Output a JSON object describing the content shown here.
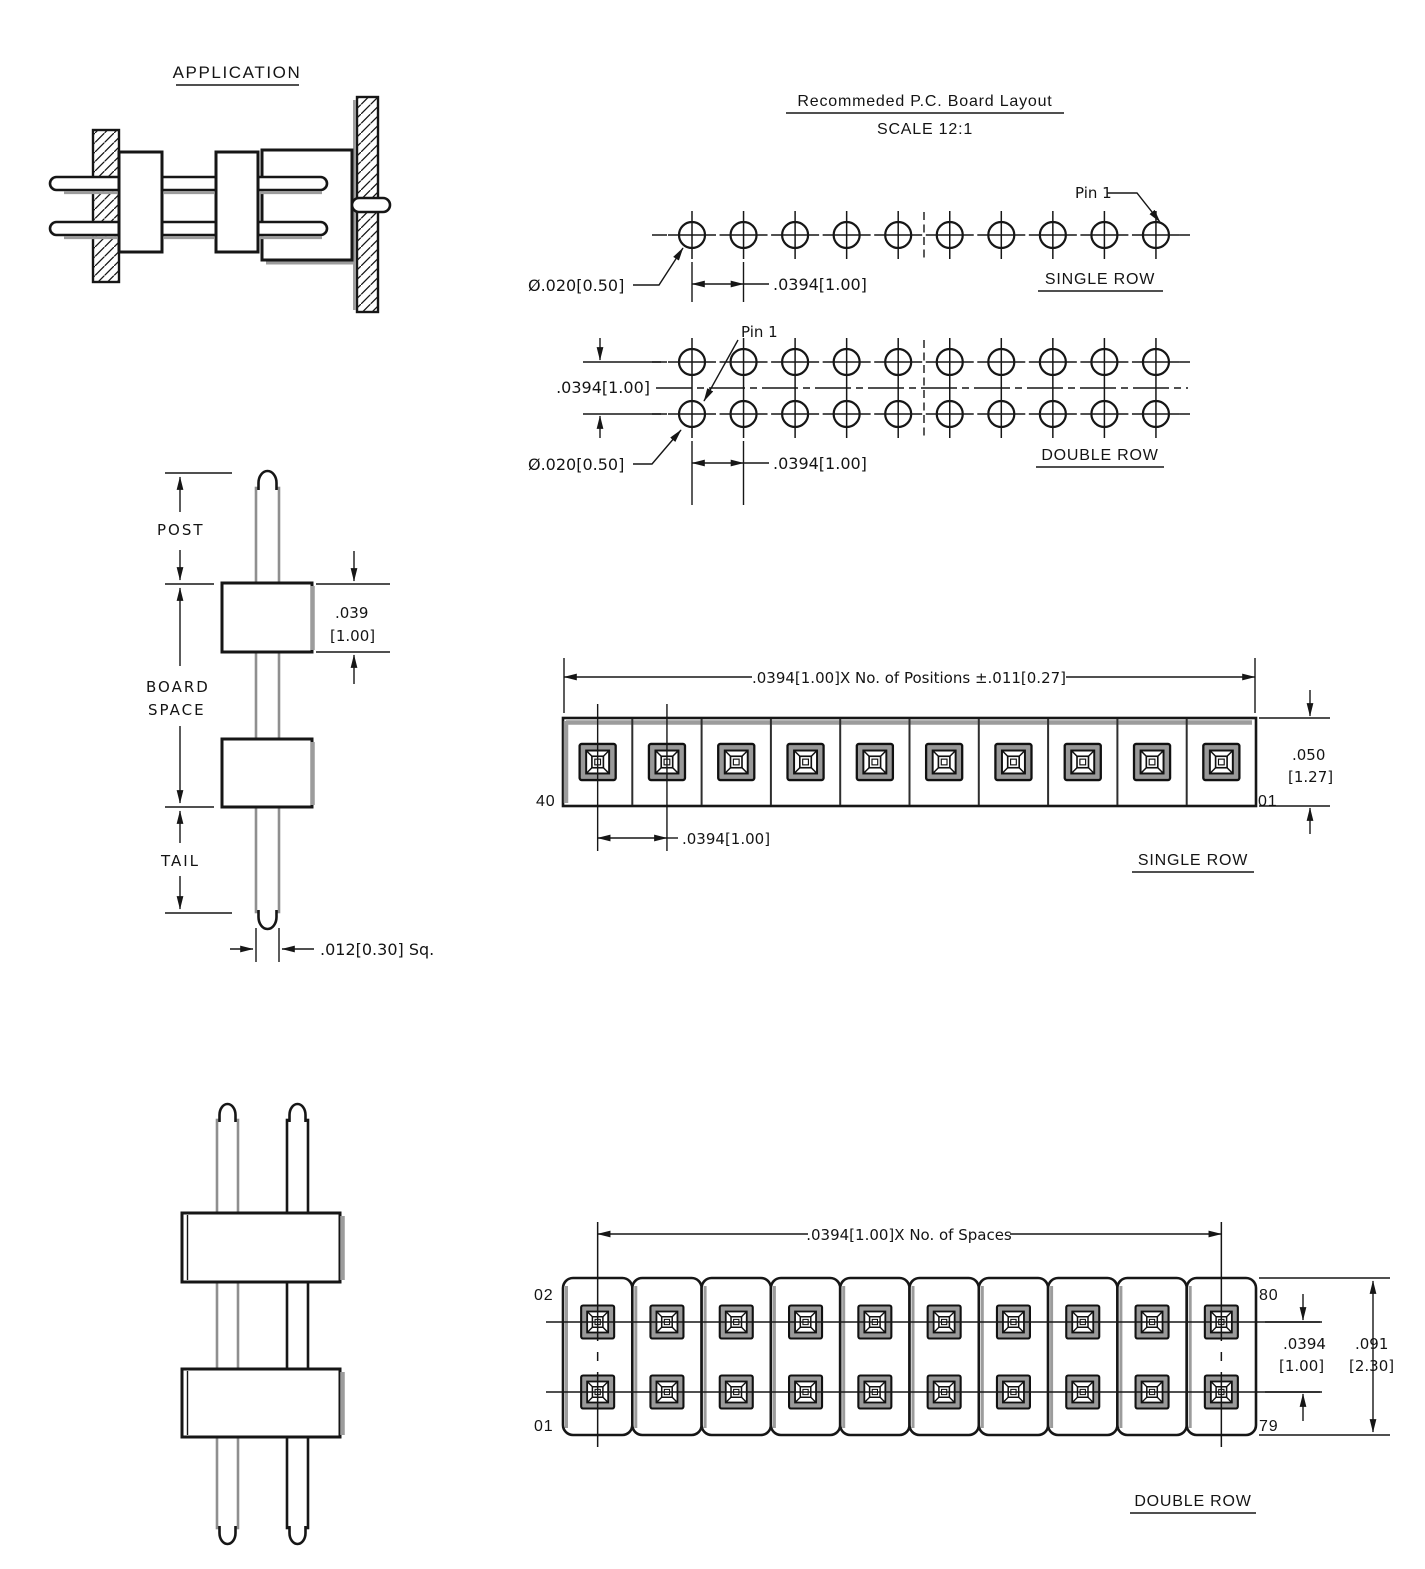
{
  "colors": {
    "ink": "#161616",
    "shadow": "#9c9c9c",
    "pin_fill": "#999999",
    "paper": "#ffffff"
  },
  "application": {
    "title": "APPLICATION"
  },
  "pcb_layout": {
    "title": "Recommeded P.C. Board Layout",
    "scale_note": "SCALE 12:1",
    "single_row": {
      "label": "SINGLE ROW",
      "pin1_label": "Pin 1",
      "hole_diameter": "Ø.020[0.50]",
      "pitch": ".0394[1.00]",
      "hole_count": 10
    },
    "double_row": {
      "label": "DOUBLE ROW",
      "pin1_label": "Pin 1",
      "hole_diameter": "Ø.020[0.50]",
      "pitch": ".0394[1.00]",
      "row_pitch": ".0394[1.00]",
      "hole_count": 10,
      "row_count": 2
    }
  },
  "pin_detail": {
    "post_label": "POST",
    "board_space_label_line1": "BOARD",
    "board_space_label_line2": "SPACE",
    "tail_label": "TAIL",
    "insulator_height_in": ".039",
    "insulator_height_mm": "[1.00]",
    "tail_square": ".012[0.30] Sq."
  },
  "single_row_view": {
    "label": "SINGLE ROW",
    "overall_dim": ".0394[1.00]X No. of Positions ±.011[0.27]",
    "pitch": ".0394[1.00]",
    "height_in": ".050",
    "height_mm": "[1.27]",
    "position_left": "40",
    "position_right": "01",
    "positions_shown": 10
  },
  "double_row_view": {
    "label": "DOUBLE ROW",
    "overall_dim": ".0394[1.00]X No. of Spaces",
    "row_pitch_in": ".0394",
    "row_pitch_mm": "[1.00]",
    "height_in": ".091",
    "height_mm": "[2.30]",
    "position_top_left": "02",
    "position_top_right": "80",
    "position_bottom_left": "01",
    "position_bottom_right": "79",
    "columns_shown": 10,
    "rows_shown": 2
  }
}
